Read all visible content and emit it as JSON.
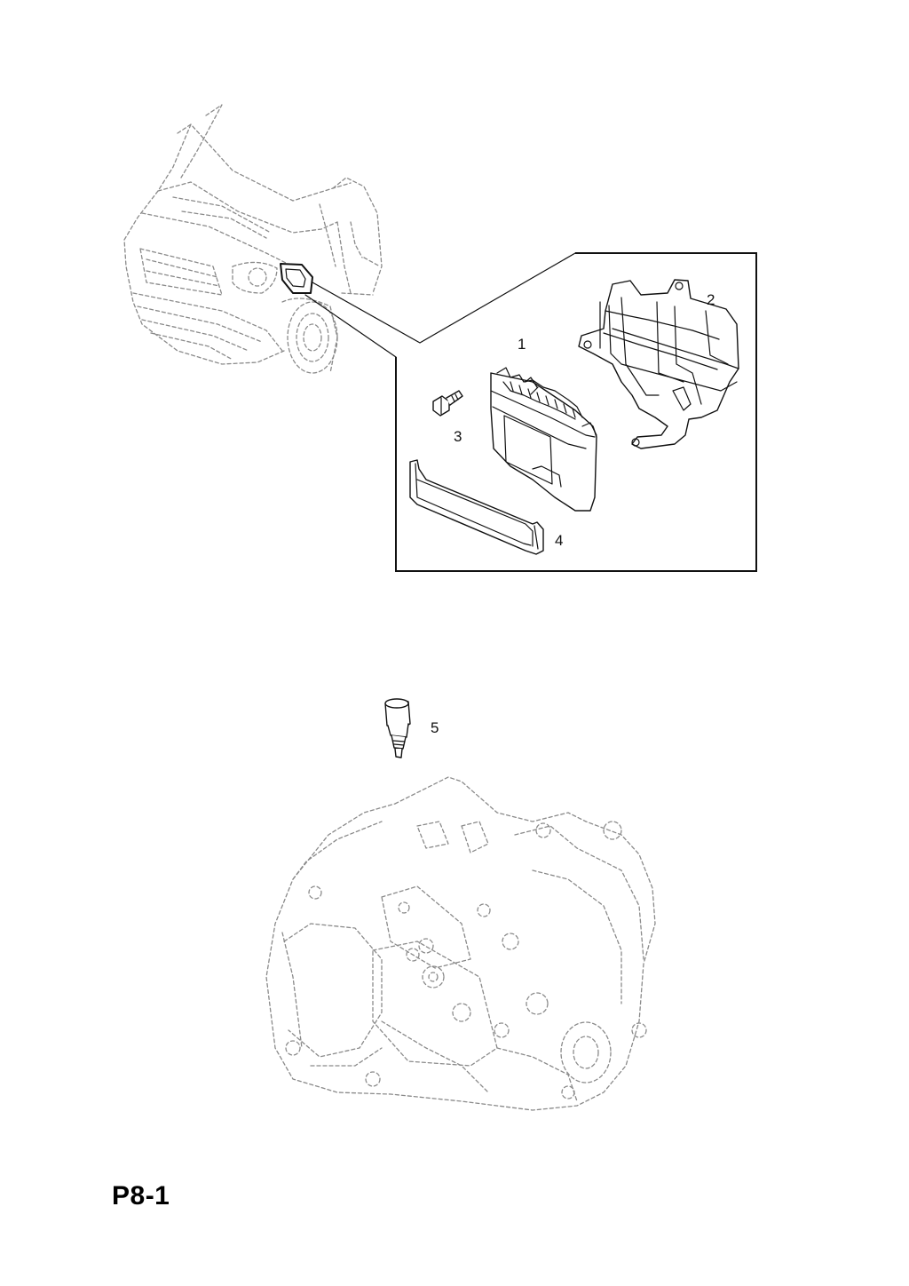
{
  "diagram": {
    "callouts": [
      {
        "id": "1",
        "label": "1"
      },
      {
        "id": "2",
        "label": "2"
      },
      {
        "id": "3",
        "label": "3"
      },
      {
        "id": "4",
        "label": "4"
      },
      {
        "id": "5",
        "label": "5"
      }
    ]
  },
  "page": {
    "label": "P8-1"
  }
}
